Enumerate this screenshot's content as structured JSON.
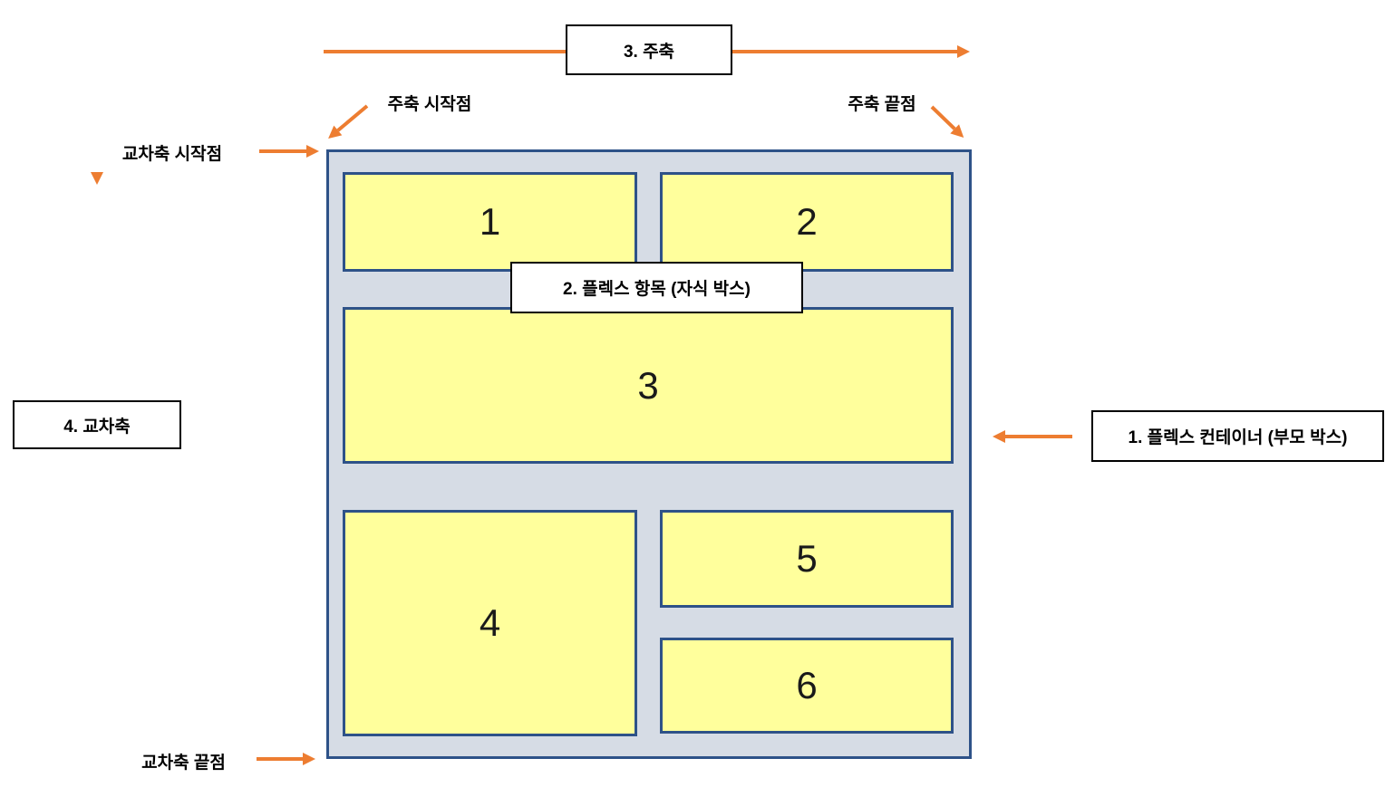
{
  "colors": {
    "arrow": "#ED7D31",
    "container_fill": "#D6DCE5",
    "box_border": "#2E5288",
    "item_fill": "#FFFF9C",
    "label_fill": "#FFFFFF",
    "label_border": "#000000",
    "text": "#000000"
  },
  "axes": {
    "main": {
      "title": "3. 주축",
      "start": "주축 시작점",
      "end": "주축 끝점"
    },
    "cross": {
      "title": "4. 교차축",
      "start": "교차축 시작점",
      "end": "교차축 끝점"
    }
  },
  "container_label": "1. 플렉스 컨테이너 (부모 박스)",
  "item_label": "2. 플렉스 항목 (자식 박스)",
  "items": [
    {
      "label": "1"
    },
    {
      "label": "2"
    },
    {
      "label": "3"
    },
    {
      "label": "4"
    },
    {
      "label": "5"
    },
    {
      "label": "6"
    }
  ]
}
